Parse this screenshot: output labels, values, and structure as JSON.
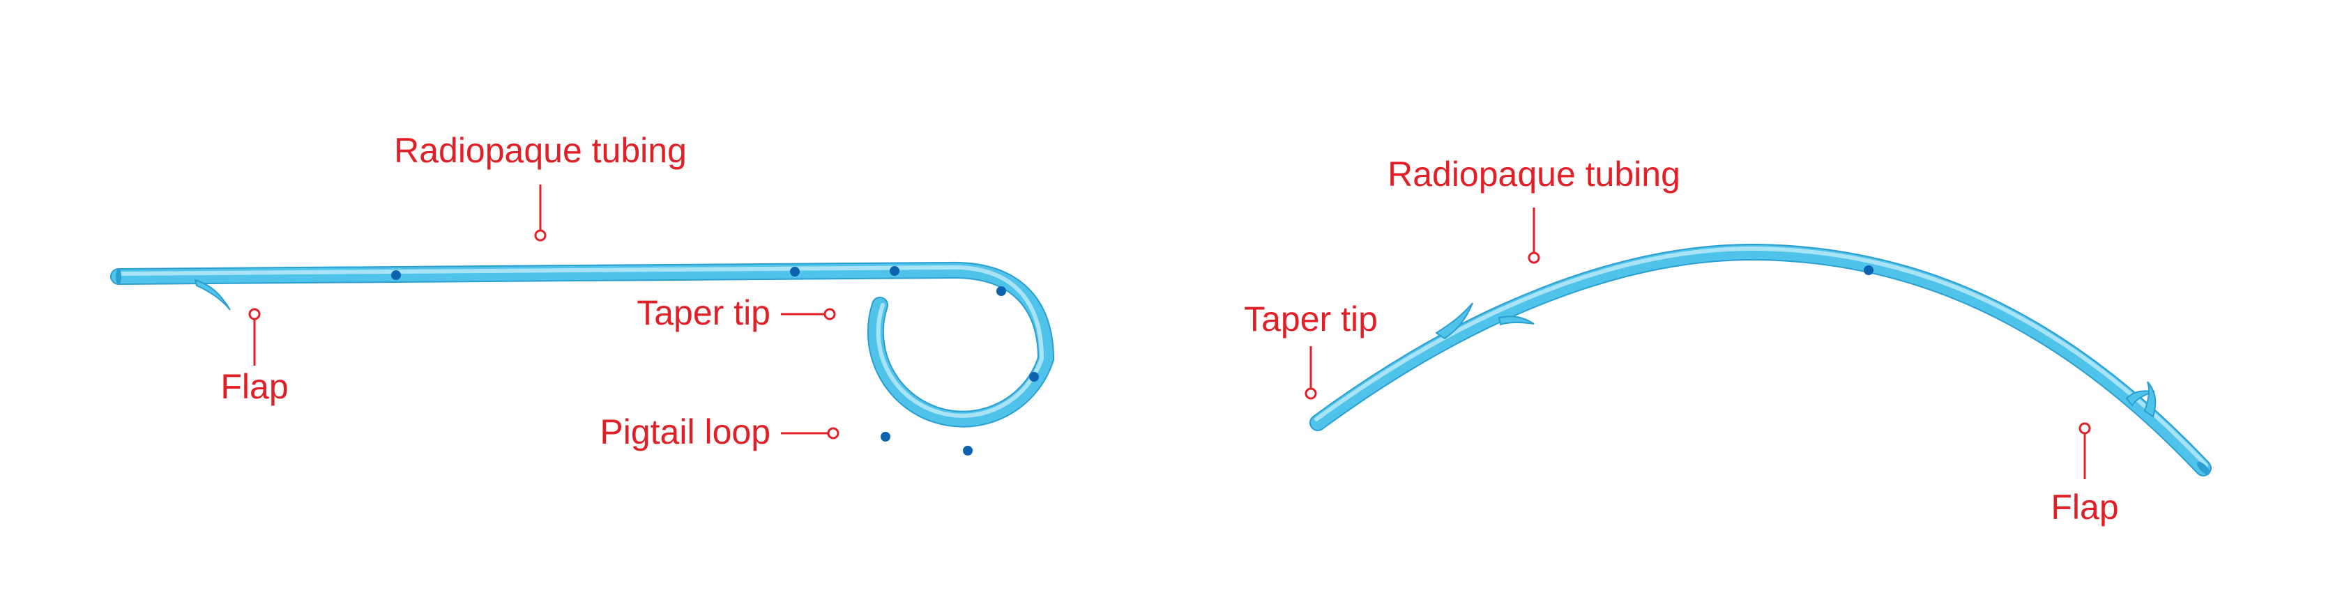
{
  "diagrams": {
    "pigtail_stent": {
      "labels": {
        "radiopaque_tubing": "Radiopaque tubing",
        "flap": "Flap",
        "taper_tip": "Taper tip",
        "pigtail_loop": "Pigtail loop"
      }
    },
    "straight_stent": {
      "labels": {
        "radiopaque_tubing": "Radiopaque tubing",
        "taper_tip": "Taper tip",
        "flap": "Flap"
      }
    }
  },
  "colors": {
    "label_text": "#e01f26",
    "tube_body": "#4fc3ea",
    "tube_highlight": "#a9e3f6",
    "tube_edge": "#2a9fd0",
    "drainage_hole": "#0d63b0",
    "background": "#ffffff"
  }
}
